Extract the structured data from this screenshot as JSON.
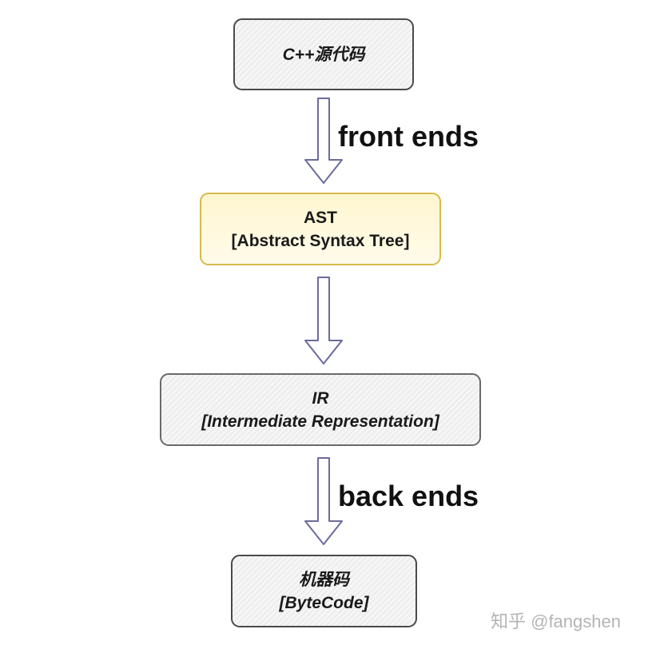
{
  "nodes": {
    "source": {
      "line1": "C++源代码"
    },
    "ast": {
      "line1": "AST",
      "line2": "[Abstract Syntax Tree]"
    },
    "ir": {
      "line1": "IR",
      "line2": "[Intermediate Representation]"
    },
    "bytecode": {
      "line1": "机器码",
      "line2": "[ByteCode]"
    }
  },
  "edges": {
    "source_to_ast": "front ends",
    "ast_to_ir": "",
    "ir_to_bytecode": "back ends"
  },
  "watermark": "知乎 @fangshen",
  "colors": {
    "arrow_stroke": "#6b6b9e",
    "arrow_fill": "#ffffff",
    "ast_border": "#d9b94a",
    "ast_fill": "#fff6d0",
    "node_border": "#4a4a4a"
  }
}
